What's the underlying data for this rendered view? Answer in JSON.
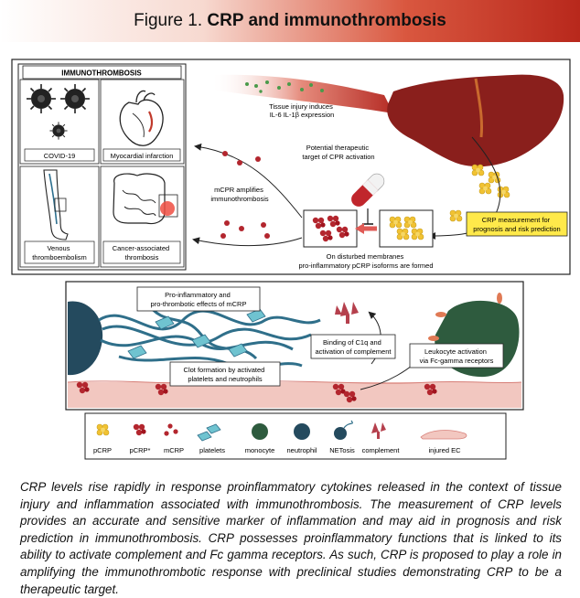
{
  "header": {
    "prefix": "Figure 1. ",
    "title": "CRP and immunothrombosis"
  },
  "panel_top": {
    "immuno_title": "IMMUNOTHROMBOSIS",
    "cells": [
      "COVID-19",
      "Myocardial infarction",
      "Venous thromboembolism",
      "Cancer-associated thrombosis"
    ],
    "tissue_injury": [
      "Tissue injury induces",
      "IL-6 IL-1β expression"
    ],
    "therapeutic": [
      "Potential therapeutic",
      "target of CPR activation"
    ],
    "mcpr_amplifies": [
      "mCPR amplifies",
      "immunothrombosis"
    ],
    "crp_measurement": [
      "CRP measurement for",
      "prognosis and risk prediction"
    ],
    "disturbed": [
      "On disturbed membranes",
      "pro-inflammatory pCRP isoforms are formed"
    ]
  },
  "panel_mid": {
    "pro_inflammatory": [
      "Pro-inflammatory and",
      "pro-thrombotic effects of mCRP"
    ],
    "binding": [
      "Binding of C1q and",
      "activation of complement"
    ],
    "leukocyte": [
      "Leukocyte activation",
      "via Fc-gamma receptors"
    ],
    "clot": [
      "Clot formation by activated",
      "platelets and neutrophils"
    ]
  },
  "legend": {
    "items": [
      "pCRP",
      "pCRP*",
      "mCRP",
      "platelets",
      "monocyte",
      "neutrophil",
      "NETosis",
      "complement",
      "injured EC"
    ]
  },
  "caption": "CRP levels rise rapidly in response proinflammatory cytokines released in the context of tissue injury and inflammation associated with immunothrombosis. The measurement of CRP levels provides an accurate and sensitive marker of inflammation and may aid in prognosis and risk prediction in immunothrombosis. CRP possesses proinflammatory functions that is linked to its ability to activate complement and Fc gamma receptors. As such, CRP is proposed to play a role in amplifying the immunothrombotic response with preclinical studies demonstrating CRP to be a therapeutic target.",
  "colors": {
    "crp_red": "#b3262e",
    "pcrp_yellow": "#f1c232",
    "liver": "#8a1f1c",
    "network_blue": "#2f6f8a",
    "monocyte": "#2e5b3e",
    "highlight_box": "#ffe94a"
  }
}
